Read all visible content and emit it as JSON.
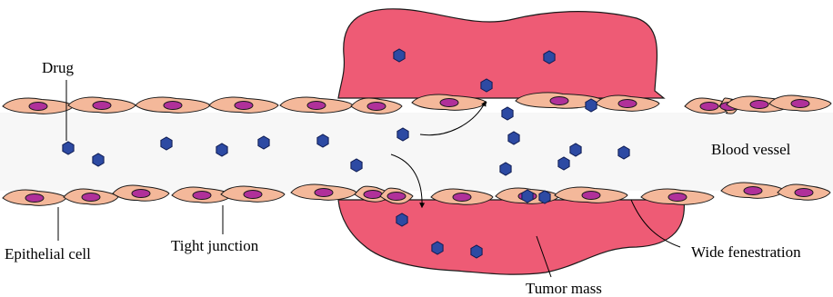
{
  "labels": {
    "drug": "Drug",
    "blood_vessel": "Blood vessel",
    "epithelial_cell": "Epithelial cell",
    "tight_junction": "Tight junction",
    "wide_fenestration": "Wide fenestration",
    "tumor_mass": "Tumor mass"
  },
  "colors": {
    "tumor": "#ee5b75",
    "cell": "#f4b89a",
    "nucleus": "#b0309a",
    "drug": "#2d4aa3"
  }
}
